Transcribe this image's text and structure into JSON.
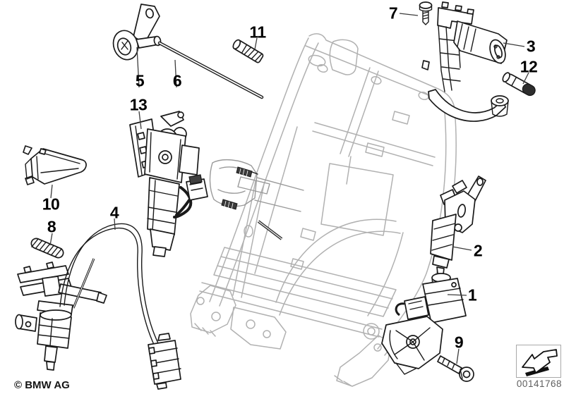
{
  "diagram": {
    "copyright": "© BMW AG",
    "image_number": "00141768",
    "callouts": [
      {
        "label": "1"
      },
      {
        "label": "2"
      },
      {
        "label": "3"
      },
      {
        "label": "4"
      },
      {
        "label": "5"
      },
      {
        "label": "6"
      },
      {
        "label": "7"
      },
      {
        "label": "8"
      },
      {
        "label": "9"
      },
      {
        "label": "10"
      },
      {
        "label": "11"
      },
      {
        "label": "12"
      },
      {
        "label": "13"
      }
    ],
    "colors": {
      "line_art": "#1a1a1a",
      "ghost_frame": "#b1b1b1",
      "background": "#ffffff"
    },
    "icons": {
      "nav_arrow": "direction-arrow-icon"
    }
  }
}
